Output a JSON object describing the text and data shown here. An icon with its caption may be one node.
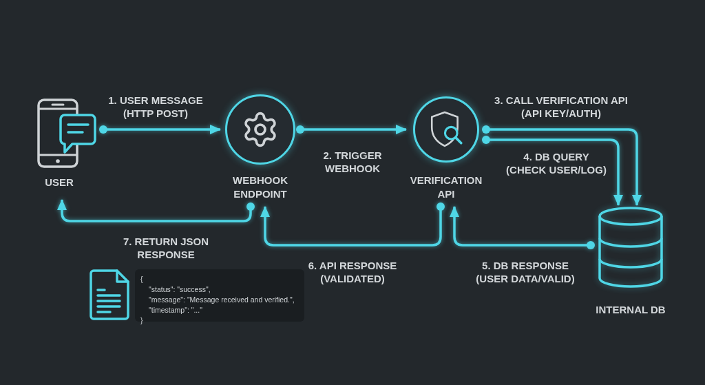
{
  "diagram": {
    "nodes": [
      {
        "text": [
          "USER"
        ]
      },
      {
        "text": [
          "WEBHOOK ENDPOINT"
        ]
      },
      {
        "text": [
          "VERIFICATION API"
        ]
      },
      {
        "text": [
          "INTERNAL DB"
        ]
      },
      {
        "text": [
          "{",
          "\"status\": \"success\",",
          "\"message\": \"Message received and verified.\",",
          "\"timestamp\": \"...\"",
          "}"
        ]
      }
    ],
    "edges": [
      {
        "from": 0,
        "to": 1,
        "arrow": "to",
        "label": "1. USER MESSAGE (HTTP POST)"
      },
      {
        "from": 1,
        "to": 2,
        "arrow": "to",
        "label": "2. TRIGGER WEBHOOK"
      },
      {
        "from": 2,
        "to": 3,
        "arrow": "to",
        "label": "3. CALL VERIFICATION API (API KEY/AUTH)"
      },
      {
        "from": 2,
        "to": 3,
        "arrow": "to",
        "label": "4. DB QUERY (CHECK USER/LOG)"
      },
      {
        "from": 3,
        "to": 2,
        "arrow": "to",
        "label": "5. DB RESPONSE (USER DATA/VALID)"
      },
      {
        "from": 2,
        "to": 1,
        "arrow": "to",
        "label": "6. API RESPONSE (VALIDATED)"
      },
      {
        "from": 1,
        "to": 0,
        "arrow": "to",
        "label": "7. RETURN JSON RESPONSE"
      }
    ]
  }
}
